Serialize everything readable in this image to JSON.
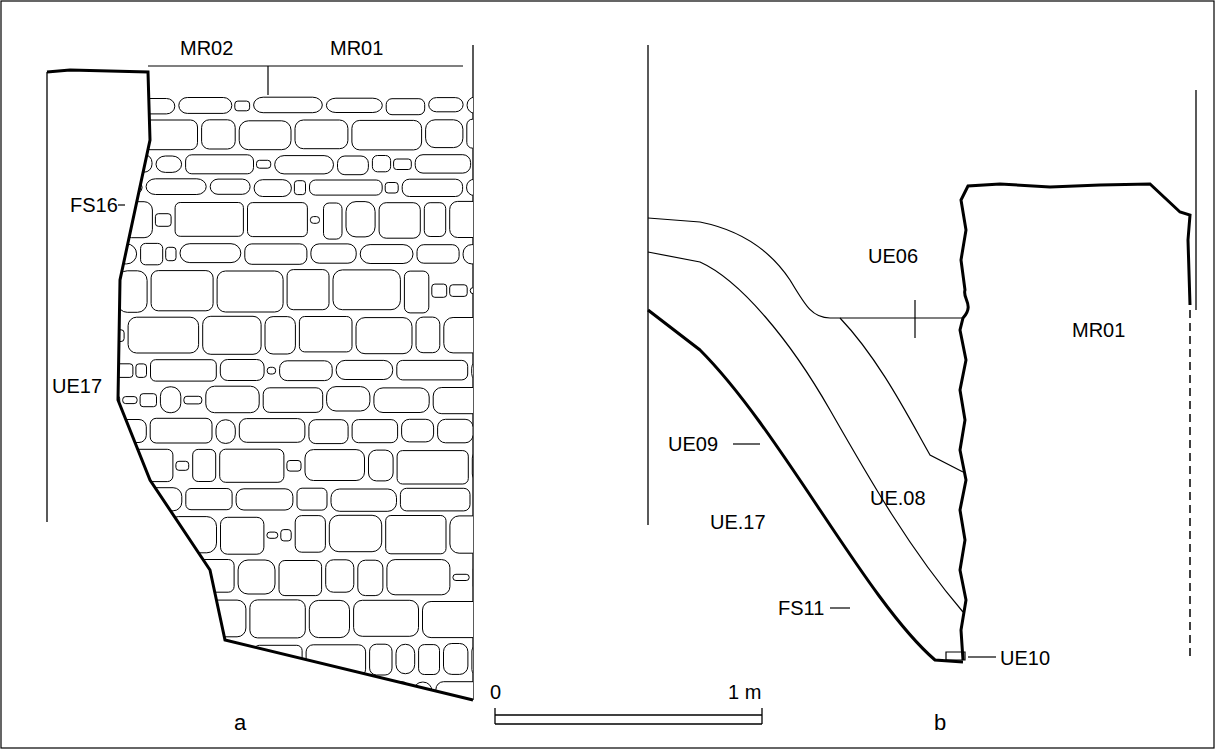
{
  "diagram": {
    "labels": [
      "MR02",
      "MR01",
      "FS16",
      "UE17",
      "a",
      "MR01",
      "UE06",
      "UE09",
      "UE.08",
      "UE.17",
      "FS11",
      "UE10",
      "0",
      "1 m",
      "b"
    ]
  }
}
